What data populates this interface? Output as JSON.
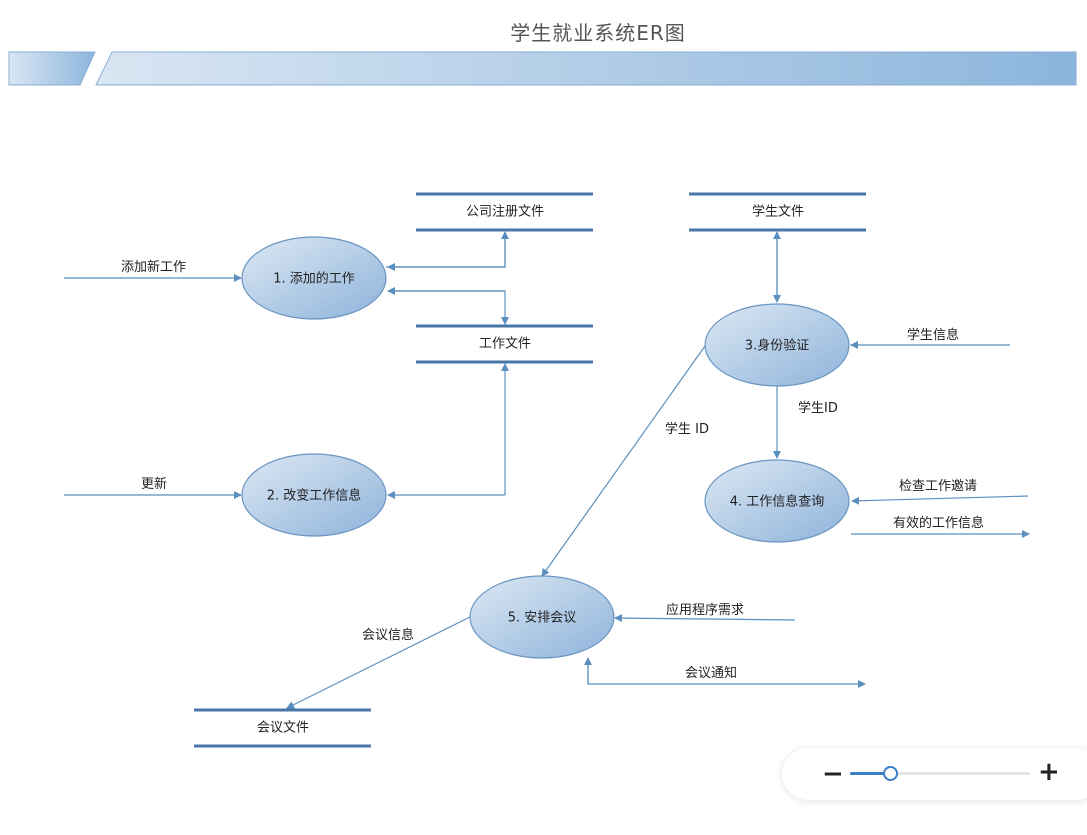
{
  "title": "学生就业系统ER图",
  "colors": {
    "accent": "#3a7ec8",
    "flow": "#5b8fbd",
    "store": "#4a76a8"
  },
  "processes": {
    "p1": "1. 添加的工作",
    "p2": "2. 改变工作信息",
    "p3": "3.身份验证",
    "p4": "4. 工作信息查询",
    "p5": "5. 安排会议"
  },
  "stores": {
    "company": "公司注册文件",
    "job": "工作文件",
    "student": "学生文件",
    "meeting": "会议文件"
  },
  "flows": {
    "add_job": "添加新工作",
    "update": "更新",
    "student_info": "学生信息",
    "student_id": "学生ID",
    "student_id2": "学生 ID",
    "check_invite": "检查工作邀请",
    "valid_job": "有效的工作信息",
    "app_request": "应用程序需求",
    "meeting_info": "会议信息",
    "meeting_notice": "会议通知"
  },
  "zoom": {
    "minus": "−",
    "plus": "+",
    "level": 0.22
  }
}
